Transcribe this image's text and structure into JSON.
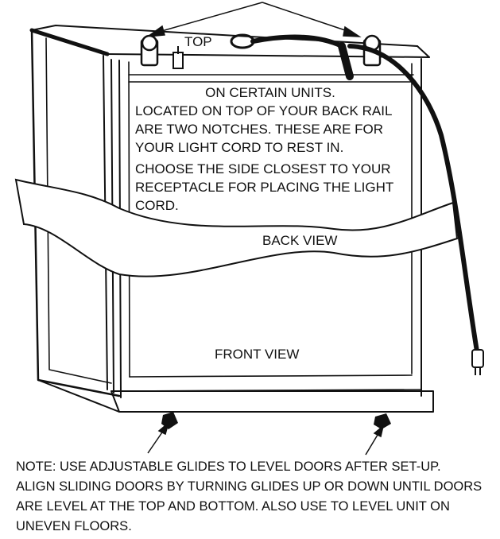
{
  "labels": {
    "top": "TOP",
    "instructions": [
      "ON CERTAIN UNITS.",
      "LOCATED ON TOP OF YOUR BACK RAIL",
      "ARE TWO  NOTCHES.  THESE ARE FOR",
      "YOUR LIGHT  CORD TO REST IN.",
      "CHOOSE THE SIDE CLOSEST TO YOUR",
      "RECEPTACLE FOR PLACING THE LIGHT",
      "CORD."
    ],
    "back_view": "BACK VIEW",
    "front_view": "FRONT VIEW",
    "note": [
      "NOTE: USE ADJUSTABLE GLIDES TO LEVEL DOORS AFTER SET-UP.",
      "ALIGN SLIDING DOORS BY TURNING GLIDES UP OR DOWN UNTIL DOORS",
      "ARE LEVEL AT THE TOP AND BOTTOM. ALSO USE TO LEVEL UNIT ON",
      "UNEVEN FLOORS."
    ]
  },
  "colors": {
    "ink": "#111111",
    "paper": "#ffffff"
  }
}
